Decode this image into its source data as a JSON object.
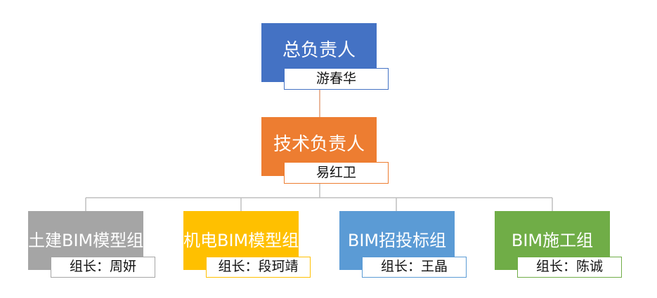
{
  "chief": {
    "title": "总负责人",
    "name": "游春华",
    "color": "#4472c4"
  },
  "tech": {
    "title": "技术负责人",
    "name": "易红卫",
    "color": "#ed7d31"
  },
  "groups": [
    {
      "title": "土建BIM模型组",
      "leader_label": "组长：",
      "leader": "周妍",
      "color": "#a5a5a5"
    },
    {
      "title": "机电BIM模型组",
      "leader_label": "组长：",
      "leader": "段珂靖",
      "color": "#ffc000"
    },
    {
      "title": "BIM招投标组",
      "leader_label": "组长：",
      "leader": "王晶",
      "color": "#5b9bd5"
    },
    {
      "title": "BIM施工组",
      "leader_label": "组长：",
      "leader": "陈诚",
      "color": "#70ad47"
    }
  ]
}
